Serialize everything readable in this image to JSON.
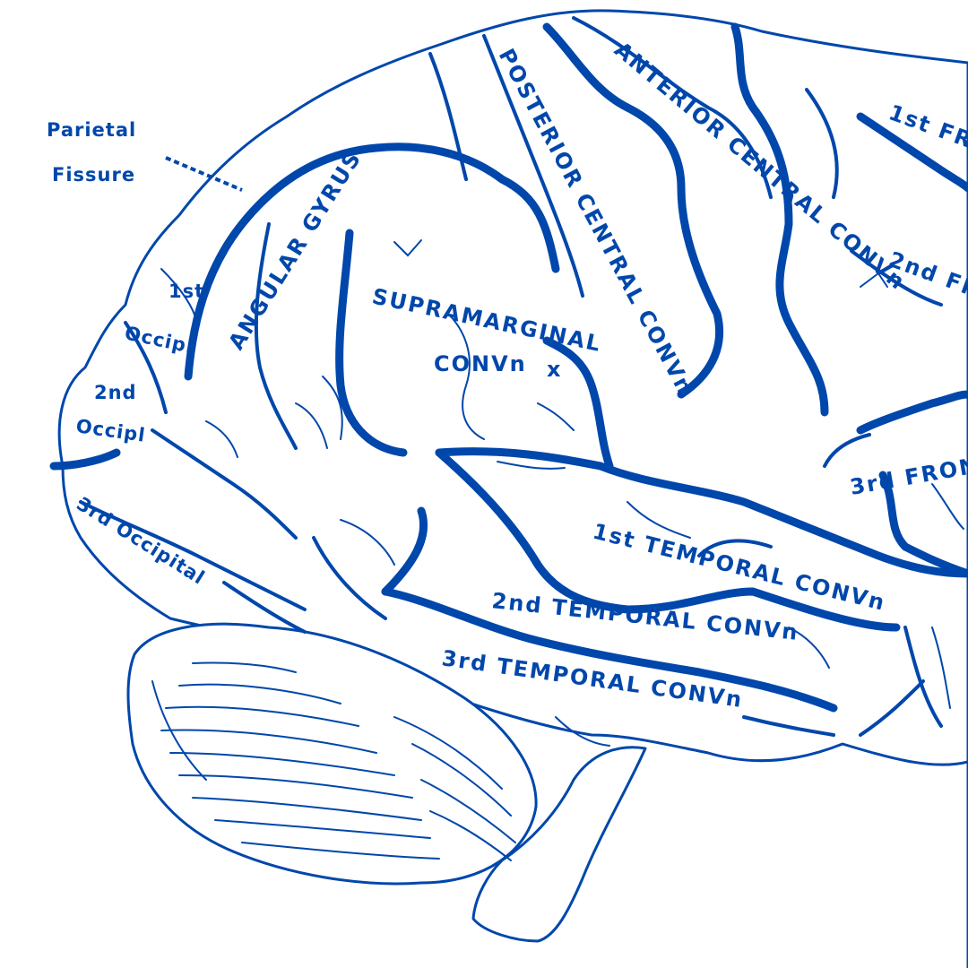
{
  "colors": {
    "ink": "#0047AB",
    "paper": "#FFFFFF"
  },
  "labels": {
    "parietal_fissure_line1": "Parietal",
    "parietal_fissure_line2": "Fissure",
    "first_occipital_num": "1st",
    "first_occipital": "Occipl",
    "second_occipital_num": "2nd",
    "second_occipital": "Occipl",
    "third_occipital": "3rd Occipital",
    "angular_gyrus": "ANGULAR GYRUS",
    "supramarginal": "SUPRAMARGINAL",
    "supramarginal_conv": "CONVn",
    "posterior_central": "POSTERIOR CENTRAL CONVn",
    "anterior_central": "ANTERIOR CENTRAL CONVn",
    "first_frontal": "1st FR",
    "second_frontal": "2nd FR",
    "third_frontal": "3rd FRONT",
    "first_temporal": "1st TEMPORAL CONVn",
    "second_temporal": "2nd TEMPORAL CONVn",
    "third_temporal": "3rd TEMPORAL CONVn",
    "marker_x": "x"
  }
}
